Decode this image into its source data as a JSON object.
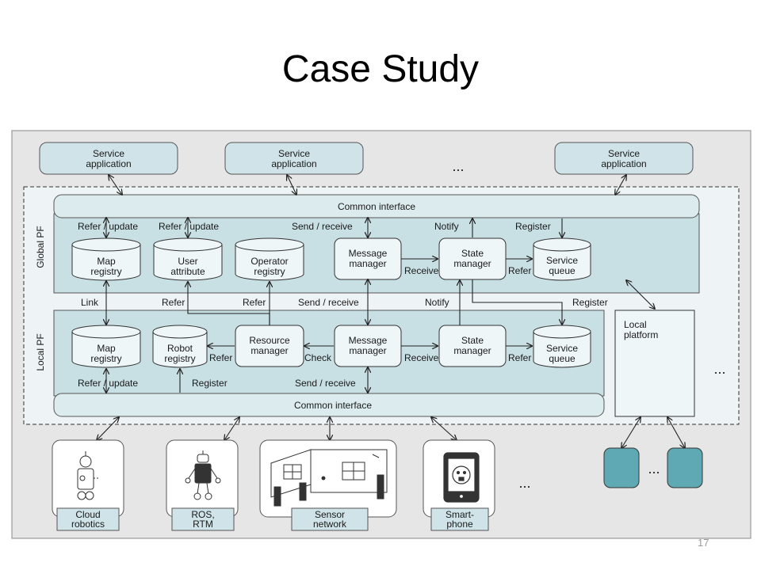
{
  "slide": {
    "title": "Case Study",
    "page_number": "17"
  },
  "diagram": {
    "service_apps": [
      [
        "Service",
        "application"
      ],
      [
        "Service",
        "application"
      ],
      [
        "Service",
        "application"
      ]
    ],
    "ellipsis": "...",
    "global_pf": {
      "section_label": "Global PF",
      "common_interface": "Common interface",
      "map_registry": [
        "Map",
        "registry"
      ],
      "user_attribute": [
        "User",
        "attribute"
      ],
      "operator_registry": [
        "Operator",
        "registry"
      ],
      "message_manager": [
        "Message",
        "manager"
      ],
      "state_manager": [
        "State",
        "manager"
      ],
      "service_queue": [
        "Service",
        "queue"
      ],
      "labels": {
        "refer_update_1": "Refer / update",
        "refer_update_2": "Refer / update",
        "send_receive": "Send / receive",
        "notify": "Notify",
        "register": "Register",
        "receive": "Receive",
        "refer": "Refer"
      }
    },
    "between": {
      "link": "Link",
      "refer_1": "Refer",
      "refer_2": "Refer",
      "send_receive": "Send / receive",
      "notify": "Notify",
      "register": "Register"
    },
    "local_pf": {
      "section_label": "Local PF",
      "common_interface": "Common interface",
      "map_registry": [
        "Map",
        "registry"
      ],
      "robot_registry": [
        "Robot",
        "registry"
      ],
      "resource_manager": [
        "Resource",
        "manager"
      ],
      "message_manager": [
        "Message",
        "manager"
      ],
      "state_manager": [
        "State",
        "manager"
      ],
      "service_queue": [
        "Service",
        "queue"
      ],
      "labels": {
        "refer_1": "Refer",
        "check": "Check",
        "receive": "Receive",
        "refer_2": "Refer",
        "refer_update": "Refer / update",
        "register": "Register",
        "send_receive": "Send / receive"
      }
    },
    "local_platform": [
      "Local",
      "platform"
    ],
    "devices": [
      [
        "Cloud",
        "robotics"
      ],
      [
        "ROS,",
        "RTM"
      ],
      [
        "Sensor",
        "network"
      ],
      [
        "Smart-",
        "phone"
      ]
    ]
  }
}
